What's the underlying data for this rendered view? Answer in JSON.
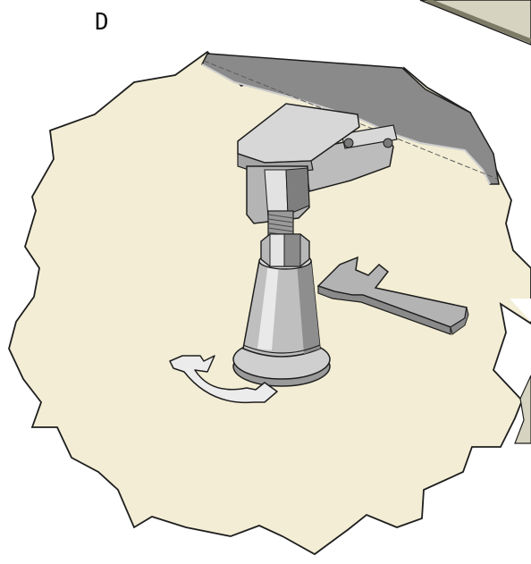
{
  "step_label": "D",
  "colors": {
    "background": "#ffffff",
    "floor": "#f2edd4",
    "outline": "#1e1e1e",
    "metal_light": "#d2d2d2",
    "metal_mid": "#a9a9a9",
    "metal_dark": "#6c6c6c",
    "frame_dark": "#8a8a8a",
    "arrow": "#ececec"
  },
  "parts": [
    {
      "id": "frame-rail",
      "icon": "frame-rail-icon"
    },
    {
      "id": "mounting-bracket",
      "icon": "bracket-icon"
    },
    {
      "id": "threaded-rod",
      "icon": "threaded-rod-icon"
    },
    {
      "id": "hex-nut",
      "icon": "hex-nut-icon"
    },
    {
      "id": "leveling-foot",
      "icon": "leveling-foot-icon"
    },
    {
      "id": "wrench",
      "icon": "wrench-icon"
    },
    {
      "id": "rotation-arrow",
      "icon": "rotation-arrow-icon"
    }
  ]
}
